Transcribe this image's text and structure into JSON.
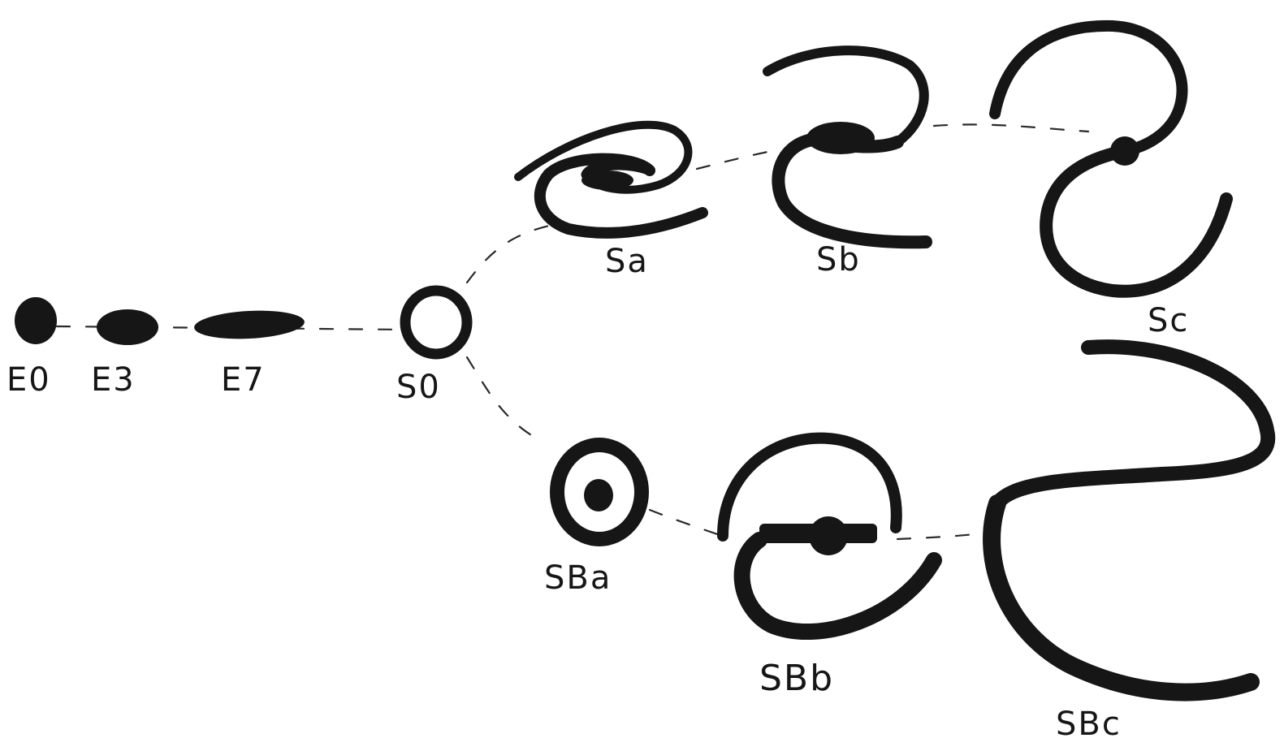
{
  "diagram": {
    "labels": {
      "e0": "E0",
      "e3": "E3",
      "e7": "E7",
      "s0": "S0",
      "sa": "Sa",
      "sb": "Sb",
      "sc": "Sc",
      "sba": "SBa",
      "sbb": "SBb",
      "sbc": "SBc"
    },
    "ink_color": "#161616"
  }
}
